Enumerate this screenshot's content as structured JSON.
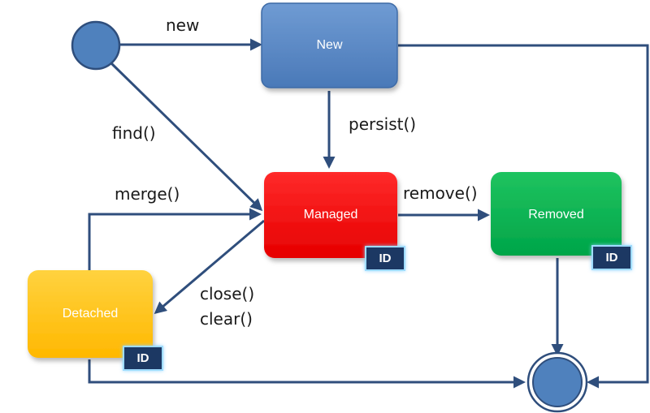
{
  "diagram": {
    "states": {
      "new": {
        "label": "New",
        "color": "#4f81bd"
      },
      "managed": {
        "label": "Managed",
        "color": "#ff0000"
      },
      "removed": {
        "label": "Removed",
        "color": "#00b050"
      },
      "detached": {
        "label": "Detached",
        "color": "#ffc000"
      }
    },
    "id_badge": {
      "label": "ID",
      "color": "#1f3864"
    },
    "edges": {
      "new": "new",
      "find": "find()",
      "persist": "persist()",
      "merge": "merge()",
      "remove": "remove()",
      "close": "close()",
      "clear": "clear()"
    },
    "colors": {
      "edge": "#2f4e7c",
      "initial_node": "#4f81bd"
    }
  }
}
